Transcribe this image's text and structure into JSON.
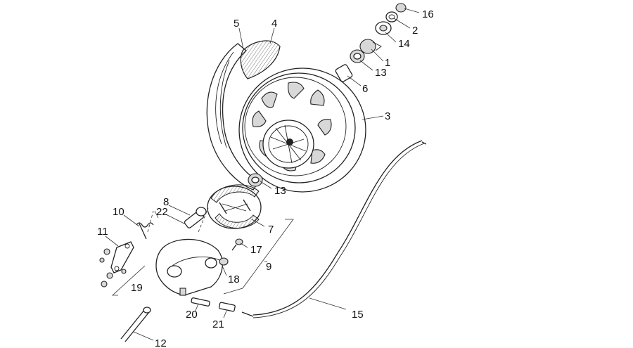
{
  "diagram": {
    "callouts": {
      "c1": "1",
      "c2": "2",
      "c3": "3",
      "c4": "4",
      "c5": "5",
      "c6": "6",
      "c7": "7",
      "c8": "8",
      "c9": "9",
      "c10": "10",
      "c11": "11",
      "c12": "12",
      "c13a": "13",
      "c13b": "13",
      "c14": "14",
      "c15": "15",
      "c16": "16",
      "c17": "17",
      "c18": "18",
      "c19": "19",
      "c20": "20",
      "c21": "21",
      "c22": "22"
    }
  }
}
